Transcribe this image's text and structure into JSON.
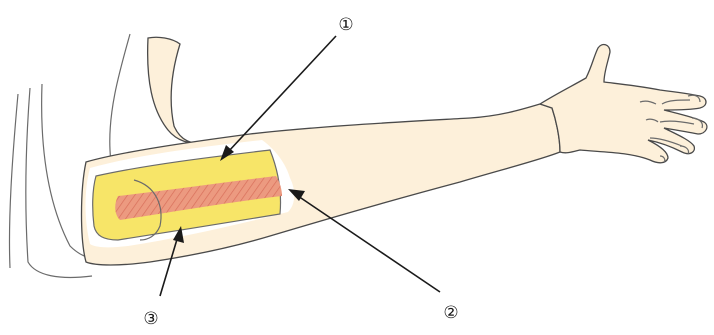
{
  "colors": {
    "skin": "#fdf0da",
    "skin_outline": "#4a4a4a",
    "body_outline": "#6b6b6b",
    "fat_layer": "#f7e568",
    "fat_outline": "#6b6b6b",
    "muscle_band": "#ec9a80",
    "muscle_hatch": "#d86f5a",
    "wound_bed": "#ffffff"
  },
  "markers": [
    {
      "id": "1",
      "label": "①",
      "icon": "circled-digit-one"
    },
    {
      "id": "2",
      "label": "②",
      "icon": "circled-digit-two"
    },
    {
      "id": "3",
      "label": "③",
      "icon": "circled-digit-three"
    }
  ]
}
